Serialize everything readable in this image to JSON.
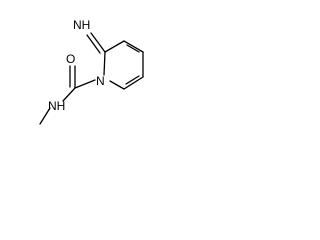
{
  "structure": {
    "atoms": {
      "imine_nh": "NH",
      "carbonyl_o": "O",
      "ring_n": "N",
      "amide_nh": "NH"
    }
  }
}
